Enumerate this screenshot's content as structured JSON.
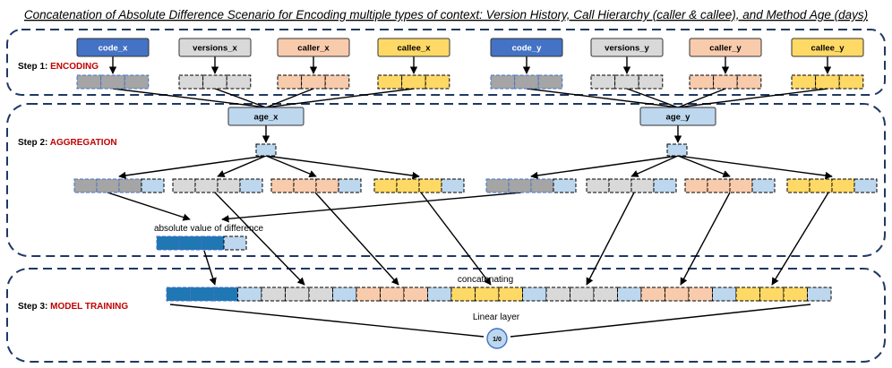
{
  "title": "Concatenation of Absolute Difference Scenario for Encoding multiple types of context: Version History, Call Hierarchy (caller & callee), and Method Age (days)",
  "steps": {
    "step1": {
      "prefix": "Step 1: ",
      "name": "ENCODING"
    },
    "step2": {
      "prefix": "Step 2: ",
      "name": "AGGREGATION"
    },
    "step3": {
      "prefix": "Step 3: ",
      "name": "MODEL TRAINING"
    }
  },
  "inputs": [
    "code_x",
    "versions_x",
    "caller_x",
    "callee_x",
    "code_y",
    "versions_y",
    "caller_y",
    "callee_y"
  ],
  "age": {
    "x": "age_x",
    "y": "age_y"
  },
  "labels": {
    "abs_diff": "absolute value of difference",
    "concat": "concatenating",
    "linear": "Linear layer",
    "output": "1/0"
  },
  "colors": {
    "code": "#4472C4",
    "code_vec": "#A5A5A5",
    "versions": "#D9D9D9",
    "caller": "#F8CBAD",
    "callee": "#FFD966",
    "age": "#BDD7EE",
    "absdiff": "#1F77B4",
    "step_red": "#C00000",
    "frame": "#1F3864"
  }
}
